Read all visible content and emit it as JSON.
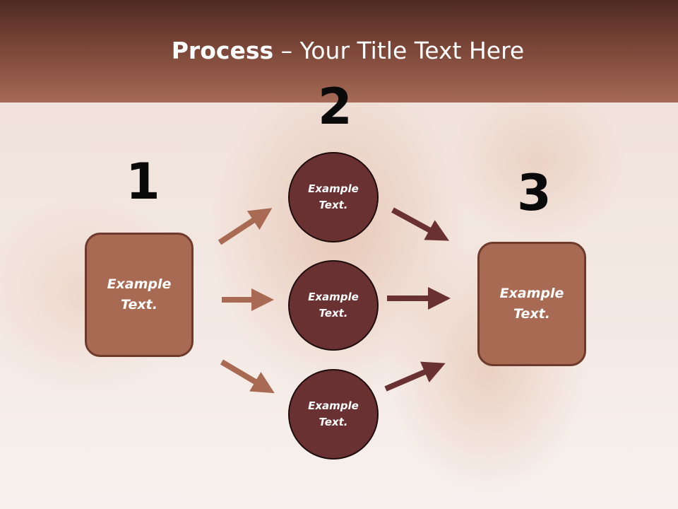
{
  "title": {
    "bold": "Process",
    "rest": " – Your Title Text Here"
  },
  "steps": {
    "one": {
      "number": "1",
      "text": "Example\nText."
    },
    "two": {
      "number": "2",
      "items": [
        "Example\nText.",
        "Example\nText.",
        "Example\nText."
      ]
    },
    "three": {
      "number": "3",
      "text": "Example\nText."
    }
  },
  "colors": {
    "header": "#7a4537",
    "box_fill": "#a86a52",
    "circle_fill": "#6a3133",
    "arrow_left": "#a86a52",
    "arrow_right": "#6a3133"
  }
}
